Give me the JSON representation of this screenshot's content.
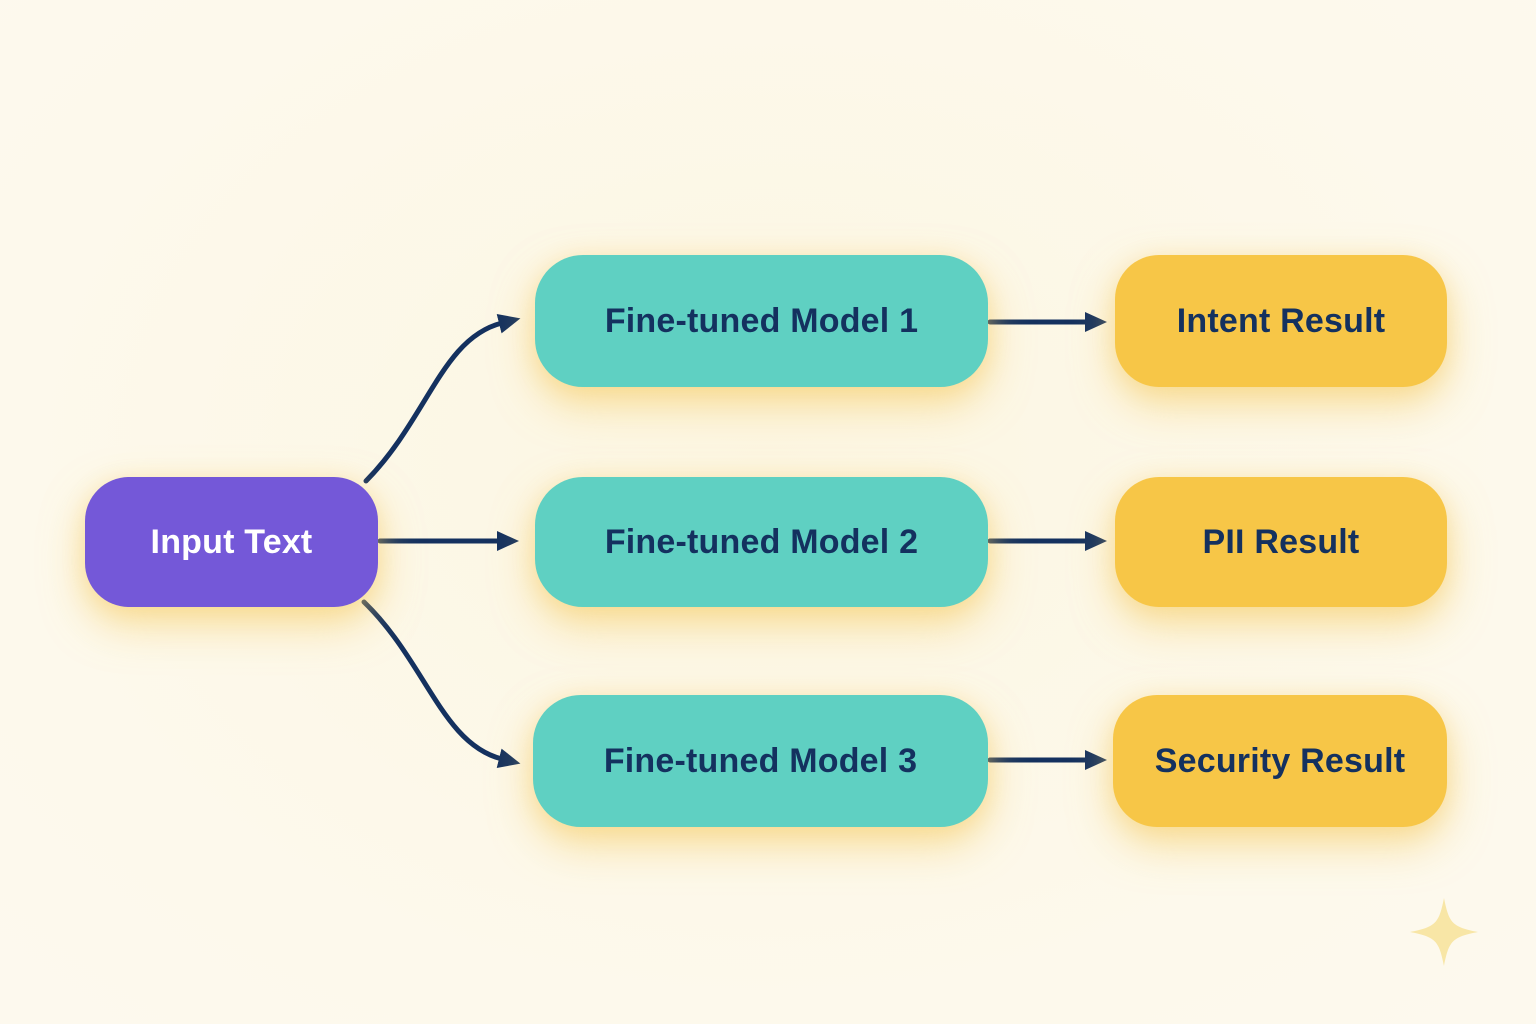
{
  "diagram": {
    "type": "flowchart",
    "nodes": {
      "input": {
        "label": "Input Text"
      },
      "models": [
        {
          "label": "Fine-tuned Model 1"
        },
        {
          "label": "Fine-tuned Model 2"
        },
        {
          "label": "Fine-tuned Model 3"
        }
      ],
      "results": [
        {
          "label": "Intent Result"
        },
        {
          "label": "PII Result"
        },
        {
          "label": "Security Result"
        }
      ]
    },
    "edges": [
      {
        "from": "Input Text",
        "to": "Fine-tuned Model 1"
      },
      {
        "from": "Input Text",
        "to": "Fine-tuned Model 2"
      },
      {
        "from": "Input Text",
        "to": "Fine-tuned Model 3"
      },
      {
        "from": "Fine-tuned Model 1",
        "to": "Intent Result"
      },
      {
        "from": "Fine-tuned Model 2",
        "to": "PII Result"
      },
      {
        "from": "Fine-tuned Model 3",
        "to": "Security Result"
      }
    ],
    "colors": {
      "background": "#fdf9ec",
      "input_node_fill": "#7458d8",
      "input_node_text": "#ffffff",
      "model_node_fill": "#5fd0c2",
      "result_node_fill": "#f7c647",
      "node_text": "#14315f",
      "arrow": "#14315f",
      "glow_shadow": "#f5ca5c",
      "sparkle": "#f8e6a6"
    },
    "icons": {
      "sparkle": "four-point-star-icon"
    }
  }
}
